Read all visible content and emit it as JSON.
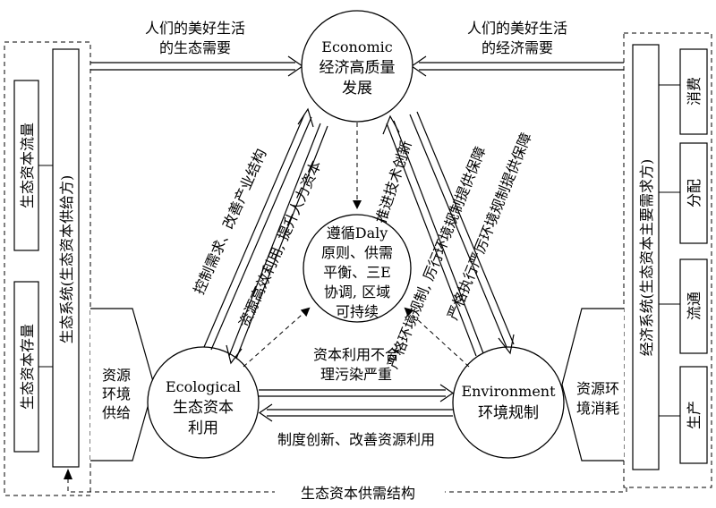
{
  "center_top": {
    "line1": "Economic",
    "line2": "经济高质量",
    "line3": "发展"
  },
  "center_mid": {
    "line1": "遵循Daly",
    "line2": "原则、供需",
    "line3": "平衡、三E",
    "line4": "协调, 区域",
    "line5": "可持续"
  },
  "node_left": {
    "line1": "Ecological",
    "line2": "生态资本",
    "line3": "利用"
  },
  "node_right": {
    "line1": "Environment",
    "line2": "环境规制"
  },
  "left_system": {
    "title": "生态系统(生态资本供给方)",
    "boxes": [
      "生态资本流量",
      "生态资本存量"
    ],
    "arrow_label": {
      "line1": "资源",
      "line2": "环境",
      "line3": "供给"
    }
  },
  "right_system": {
    "title": "经济系统(生态资本主要需求方)",
    "boxes": [
      "消费",
      "分配",
      "流通",
      "生产"
    ],
    "arrow_label": {
      "line1": "资源环",
      "line2": "境消耗"
    }
  },
  "top_left_label": {
    "line1": "人们的美好生活",
    "line2": "的生态需要"
  },
  "top_right_label": {
    "line1": "人们的美好生活",
    "line2": "的经济需要"
  },
  "edge_labels": {
    "left_outer": "控制需求、改善产业结构",
    "left_inner": "资源高效利用, 提升人力资本",
    "right_inner": "推进技术创新",
    "right_mid": "严格环境规制, 厉行环境规制提供保障",
    "right_outer": "严格执行严厉环境规制提供保障",
    "bottom_top": {
      "line1": "资本利用不合",
      "line2": "理污染严重"
    },
    "bottom_below": "制度创新、改善资源利用"
  },
  "bottom_label": "生态资本供需结构"
}
